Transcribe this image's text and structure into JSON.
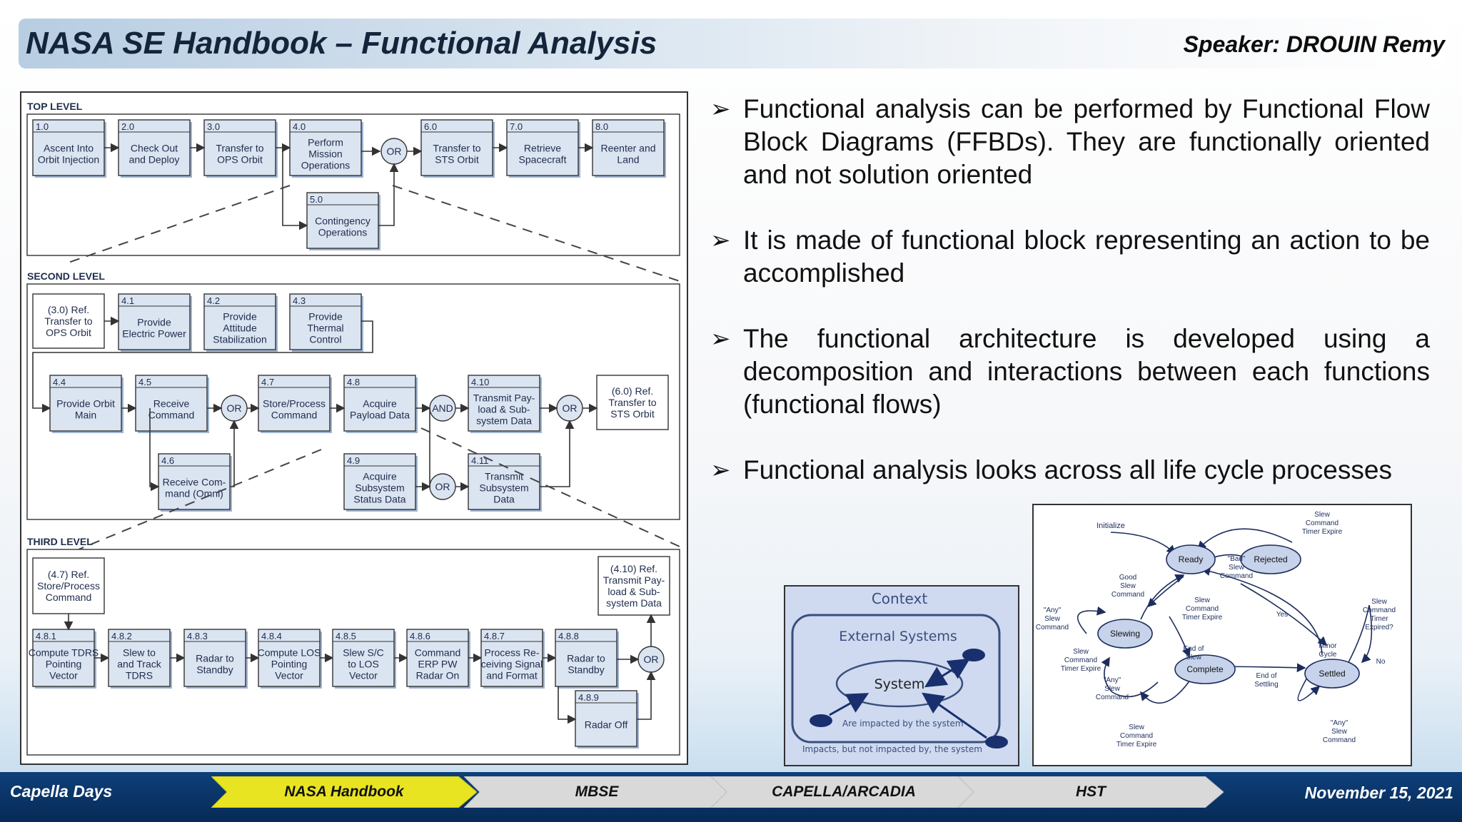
{
  "header": {
    "title": "NASA SE Handbook – Functional Analysis",
    "speaker": "Speaker: DROUIN Remy"
  },
  "bullets": [
    "Functional analysis can be performed by Functional Flow Block Diagrams (FFBDs). They are functionally oriented and not solution oriented",
    "It is made of functional block representing an action to be accomplished",
    "The functional architecture is developed using a decomposition and interactions between each functions (functional flows)",
    "Functional analysis looks across all life cycle processes"
  ],
  "ffbd": {
    "levels": [
      "TOP LEVEL",
      "SECOND LEVEL",
      "THIRD LEVEL"
    ],
    "top": [
      {
        "id": "1.0",
        "label": [
          "Ascent Into",
          "Orbit Injection"
        ]
      },
      {
        "id": "2.0",
        "label": [
          "Check Out",
          "and Deploy"
        ]
      },
      {
        "id": "3.0",
        "label": [
          "Transfer to",
          "OPS Orbit"
        ]
      },
      {
        "id": "4.0",
        "label": [
          "Perform",
          "Mission",
          "Operations"
        ]
      },
      {
        "id": "5.0",
        "label": [
          "Contingency",
          "Operations"
        ]
      },
      {
        "id": "6.0",
        "label": [
          "Transfer to",
          "STS Orbit"
        ]
      },
      {
        "id": "7.0",
        "label": [
          "Retrieve",
          "Spacecraft"
        ]
      },
      {
        "id": "8.0",
        "label": [
          "Reenter and",
          "Land"
        ]
      }
    ],
    "second_ref_in": [
      "(3.0) Ref.",
      "Transfer to",
      "OPS Orbit"
    ],
    "second_ref_out": [
      "(6.0) Ref.",
      "Transfer to",
      "STS Orbit"
    ],
    "second": [
      {
        "id": "4.1",
        "label": [
          "Provide",
          "Electric Power"
        ]
      },
      {
        "id": "4.2",
        "label": [
          "Provide",
          "Attitude",
          "Stabilization"
        ]
      },
      {
        "id": "4.3",
        "label": [
          "Provide",
          "Thermal",
          "Control"
        ]
      },
      {
        "id": "4.4",
        "label": [
          "Provide Orbit",
          "Main"
        ]
      },
      {
        "id": "4.5",
        "label": [
          "Receive",
          "Command"
        ]
      },
      {
        "id": "4.6",
        "label": [
          "Receive Com-",
          "mand (Omni)"
        ]
      },
      {
        "id": "4.7",
        "label": [
          "Store/Process",
          "Command"
        ]
      },
      {
        "id": "4.8",
        "label": [
          "Acquire",
          "Payload Data"
        ]
      },
      {
        "id": "4.9",
        "label": [
          "Acquire",
          "Subsystem",
          "Status Data"
        ]
      },
      {
        "id": "4.10",
        "label": [
          "Transmit Pay-",
          "load & Sub-",
          "system Data"
        ]
      },
      {
        "id": "4.11",
        "label": [
          "Transmit",
          "Subsystem",
          "Data"
        ]
      }
    ],
    "third_ref_in": [
      "(4.7) Ref.",
      "Store/Process",
      "Command"
    ],
    "third_ref_out": [
      "(4.10) Ref.",
      "Transmit Pay-",
      "load & Sub-",
      "system Data"
    ],
    "third": [
      {
        "id": "4.8.1",
        "label": [
          "Compute TDRS",
          "Pointing",
          "Vector"
        ]
      },
      {
        "id": "4.8.2",
        "label": [
          "Slew to",
          "and Track",
          "TDRS"
        ]
      },
      {
        "id": "4.8.3",
        "label": [
          "Radar to",
          "Standby"
        ]
      },
      {
        "id": "4.8.4",
        "label": [
          "Compute LOS",
          "Pointing",
          "Vector"
        ]
      },
      {
        "id": "4.8.5",
        "label": [
          "Slew S/C",
          "to LOS",
          "Vector"
        ]
      },
      {
        "id": "4.8.6",
        "label": [
          "Command",
          "ERP PW",
          "Radar On"
        ]
      },
      {
        "id": "4.8.7",
        "label": [
          "Process Re-",
          "ceiving Signal",
          "and Format"
        ]
      },
      {
        "id": "4.8.8",
        "label": [
          "Radar to",
          "Standby"
        ]
      },
      {
        "id": "4.8.9",
        "label": [
          "Radar Off"
        ]
      }
    ],
    "gates": {
      "or": "OR",
      "and": "AND"
    }
  },
  "context": {
    "title": "Context",
    "external": "External Systems",
    "system": "System",
    "impacted": "Are impacted by the system",
    "impacts": "Impacts, but not impacted by, the system"
  },
  "states": {
    "nodes": [
      "Ready",
      "Rejected",
      "Slewing",
      "Complete",
      "Settled"
    ],
    "initialize": "Initialize",
    "labels": {
      "slew_timer_top": [
        "Slew",
        "Command",
        "Timer Expire"
      ],
      "bad_slew": [
        "\"Bad\"",
        "Slew",
        "Command"
      ],
      "good_slew": [
        "Good",
        "Slew",
        "Command"
      ],
      "any_slew_1": [
        "\"Any\"",
        "Slew",
        "Command"
      ],
      "slew_timer_mid": [
        "Slew",
        "Command",
        "Timer Expire"
      ],
      "yes": "Yes",
      "slew_timer_expired": [
        "Slew",
        "Command",
        "Timer",
        "Expired?"
      ],
      "slew_timer_left": [
        "Slew",
        "Command",
        "Timer Expire"
      ],
      "end_of_slew": [
        "End of",
        "Slew"
      ],
      "minor_cycle": [
        "Minor",
        "Cycle"
      ],
      "no": "No",
      "any_slew_2": [
        "\"Any\"",
        "Slew",
        "Command"
      ],
      "end_of_settling": [
        "End of",
        "Settling"
      ],
      "slew_timer_bottom": [
        "Slew",
        "Command",
        "Timer Expire"
      ],
      "any_slew_3": [
        "\"Any\"",
        "Slew",
        "Command"
      ]
    }
  },
  "footer": {
    "left": "Capella Days",
    "right": "November 15, 2021",
    "nav": [
      {
        "label": "NASA Handbook",
        "active": true
      },
      {
        "label": "MBSE",
        "active": false
      },
      {
        "label": "CAPELLA/ARCADIA",
        "active": false
      },
      {
        "label": "HST",
        "active": false
      }
    ]
  }
}
